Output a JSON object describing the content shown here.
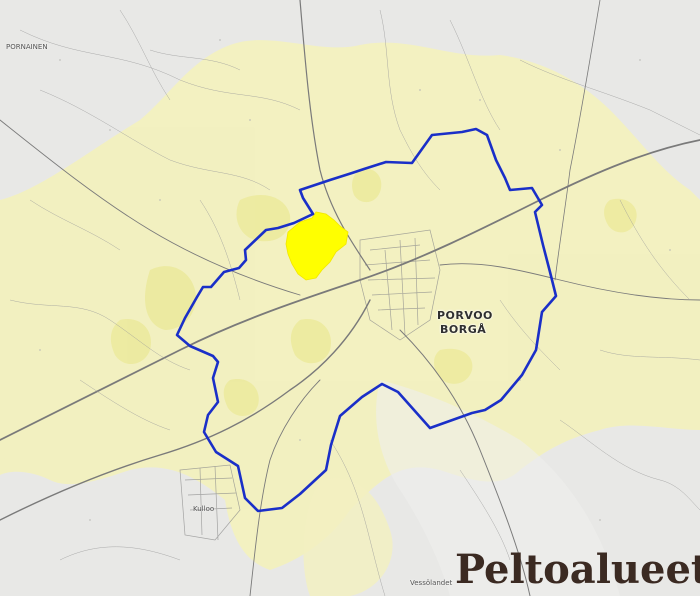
{
  "map": {
    "title": "Peltoalueet",
    "labels": {
      "top_left": "PORNAINEN",
      "town_fi": "PORVOO",
      "town_sv": "BORGÅ",
      "bottom_left": "Kulloo",
      "bottom_coast": "Vessölandet"
    },
    "colors": {
      "background": "#e9e9e7",
      "field_areas": "#f2f0b8",
      "highlight_area": "#ffff00",
      "boundary": "#1a2fc8",
      "roads": "#7a7a7a",
      "urban": "#8c8c8c",
      "title": "#3b2a22"
    }
  }
}
